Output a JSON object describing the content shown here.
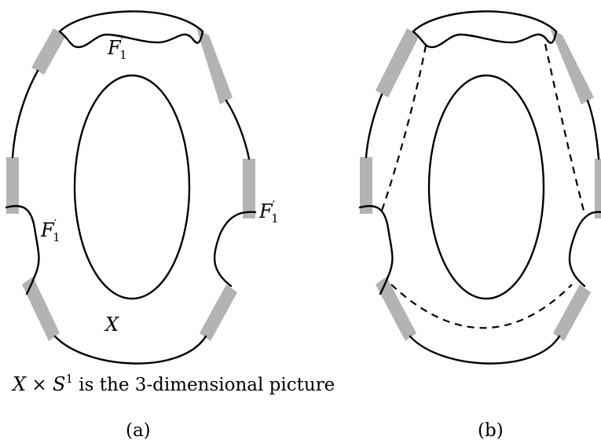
{
  "panels": [
    {
      "id": "a",
      "labels": {
        "f_top": {
          "base": "F",
          "prime": "′",
          "sub": "1"
        },
        "f_left": {
          "base": "F",
          "prime": "′",
          "sub": "1"
        },
        "f_right": {
          "base": "F",
          "prime": "′",
          "sub": "1"
        },
        "x": "X"
      },
      "caption": {
        "x": "X",
        "times": " × ",
        "s": "S",
        "sup": "1",
        "rest": " is the 3-dimensional picture"
      },
      "tag": "(a)"
    },
    {
      "id": "b",
      "tag": "(b)"
    }
  ],
  "colors": {
    "line": "#000000",
    "pad": "#b3b3b3",
    "background": "#ffffff"
  }
}
